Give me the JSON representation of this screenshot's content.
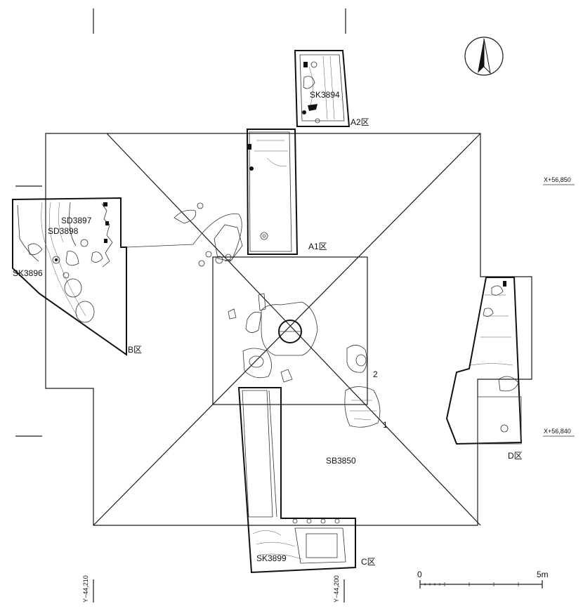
{
  "labels": {
    "sk3894": "SK3894",
    "a2": "A2区",
    "a1": "A1区",
    "sd3897": "SD3897",
    "sd3898": "SD3898",
    "sk3896": "SK3896",
    "b": "B区",
    "num2": "2",
    "num1": "1",
    "sb3850": "SB3850",
    "d": "D区",
    "sk3899": "SK3899",
    "c": "C区"
  },
  "coords": {
    "x_top": "X+56,850",
    "x_bottom": "X+56,840",
    "y_left": "Y−44,210",
    "y_right": "Y−44,200"
  },
  "scale": {
    "zero": "0",
    "five": "5m"
  },
  "north_icon": "north-arrow-icon"
}
